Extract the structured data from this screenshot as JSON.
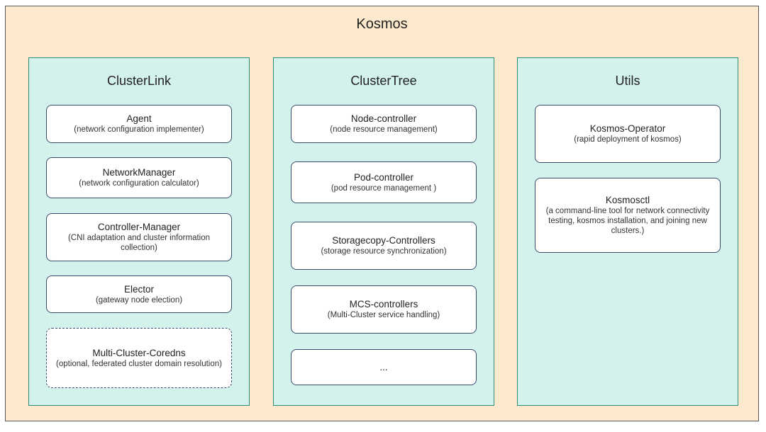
{
  "title": "Kosmos",
  "columns": [
    {
      "title": "ClusterLink",
      "boxes": [
        {
          "name": "Agent",
          "desc": "(network configuration implementer)"
        },
        {
          "name": "NetworkManager",
          "desc": "(network configuration calculator)"
        },
        {
          "name": "Controller-Manager",
          "desc": "(CNI adaptation and cluster information collection)"
        },
        {
          "name": "Elector",
          "desc": "(gateway node election)"
        },
        {
          "name": "Multi-Cluster-Coredns",
          "desc": "(optional, federated cluster domain resolution)"
        }
      ]
    },
    {
      "title": "ClusterTree",
      "boxes": [
        {
          "name": "Node-controller",
          "desc": "(node resource management)"
        },
        {
          "name": "Pod-controller",
          "desc": "(pod resource management )"
        },
        {
          "name": "Storagecopy-Controllers",
          "desc": "(storage resource synchronization)"
        },
        {
          "name": "MCS-controllers",
          "desc": "(Multi-Cluster service handling)"
        },
        {
          "name": "...",
          "desc": ""
        }
      ]
    },
    {
      "title": "Utils",
      "boxes": [
        {
          "name": "Kosmos-Operator",
          "desc": "(rapid deployment of kosmos)"
        },
        {
          "name": "Kosmosctl",
          "desc": "(a command-line tool for network connectivity testing, kosmos installation, and joining new clusters.)"
        }
      ]
    }
  ]
}
